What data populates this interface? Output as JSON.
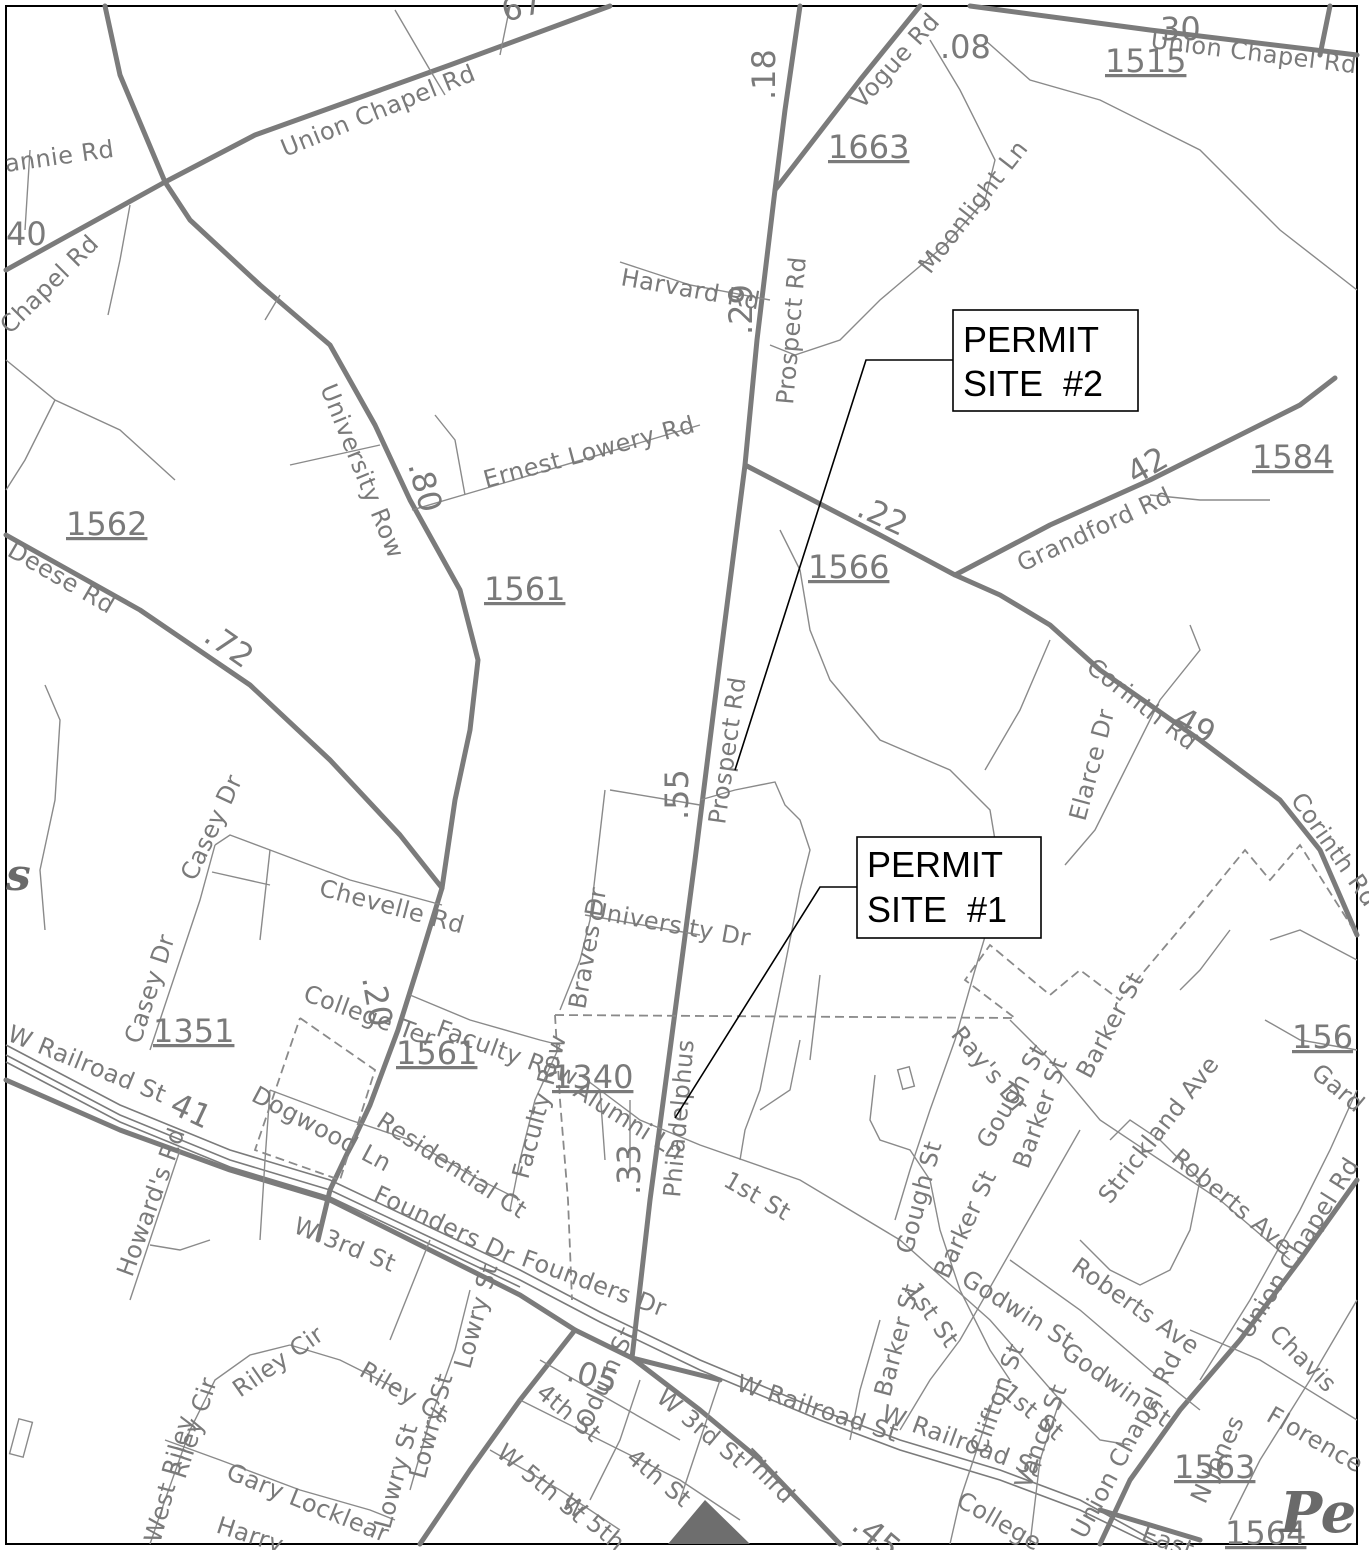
{
  "callouts": {
    "site2": {
      "line1": "PERMIT",
      "line2": "SITE  #2"
    },
    "site1": {
      "line1": "PERMIT",
      "line2": "SITE  #1"
    }
  },
  "road_numbers": [
    "1515",
    "1663",
    "1562",
    "1561",
    "1566",
    "1584",
    "1351",
    "1561",
    "1340",
    "1563",
    "1564",
    "156"
  ],
  "mileage": [
    ".08",
    "30",
    ".18",
    ".29",
    ".80",
    ".72",
    ".22",
    "42",
    "49",
    ".55",
    ".20",
    "41",
    ".33",
    ".05",
    ".45",
    "40",
    "67"
  ],
  "road_labels": {
    "union_chapel_1": "Union Chapel Rd",
    "union_chapel_2": "Union Chapel Rd",
    "chapel_left": "Chapel Rd",
    "annie": "annie Rd",
    "vogue": "Vogue Rd",
    "moonlight": "Moonlight Ln",
    "harvard": "Harvard Rd",
    "prospect_upper": "Prospect Rd",
    "prospect_lower": "Prospect Rd",
    "university_row": "University Row",
    "ernest": "Ernest Lowery Rd",
    "grandford": "Grandford Rd",
    "deese": "Deese Rd",
    "corinth_1": "Corinth Rd",
    "corinth_2": "Corinth Rd",
    "elarce": "Elarce Dr",
    "casey_1": "Casey Dr",
    "casey_2": "Casey Dr",
    "chevelle": "Chevelle Rd",
    "university_dr": "University Dr",
    "braves": "Braves Dr",
    "college_ter": "College Ter",
    "faculty_row_1": "Faculty Row",
    "faculty_row_2": "Faculty Row",
    "w_railroad_1": "W Railroad St",
    "w_railroad_2": "W Railroad St",
    "w_railroad_3": "W Railroad St",
    "dogwood": "Dogwood Ln",
    "residential": "Residential Ct",
    "alumni": "Alumni Ln",
    "philadelphus": "Philadelphus",
    "first_st": "1st St",
    "rays": "Ray's Dr",
    "gough_1": "Gough St",
    "gough_2": "Gough St",
    "barker_1": "Barker St",
    "barker_2": "Barker St",
    "barker_3": "Barker St",
    "barker_4": "Barker St",
    "strickland": "Strickland Ave",
    "roberts_1": "Roberts Ave",
    "roberts_2": "Roberts Ave",
    "godwin_1": "Godwin St",
    "godwin_2": "Godwin St",
    "founders_1": "Founders Dr",
    "founders_2": "Founders Dr",
    "w3rd_1": "W 3rd St",
    "w3rd_2": "W 3rd St",
    "howards": "Howard's Rd",
    "riley_cir_1": "Riley Cir",
    "riley_cir_2": "Riley Cir",
    "riley_ct": "Riley Ct",
    "lowry_1": "Lowry St",
    "lowry_2": "Lowry St",
    "lowry_3": "Lowry St",
    "fourth_1": "4th St",
    "fourth_2": "4th St",
    "odum": "Odum St",
    "w5th_1": "W 5th St",
    "w5th_2": "W 5th",
    "third": "Third",
    "gary": "Gary Locklear",
    "west_riley": "West Riley",
    "harry": "Harry",
    "clifton": "Clifton St",
    "vance": "Vance St",
    "first_st_2": "1st St",
    "first_st_3": "1st St",
    "college_bottom": "College",
    "union_chapel_3": "Union Chapel Rd",
    "union_chapel_4": "Union Chapel Rd",
    "chavis": "Chavis",
    "florence": "Florence",
    "n_jones": "N Jones",
    "east": "East",
    "garden": "Gard",
    "pe": "Pe",
    "s_letter": "s"
  }
}
